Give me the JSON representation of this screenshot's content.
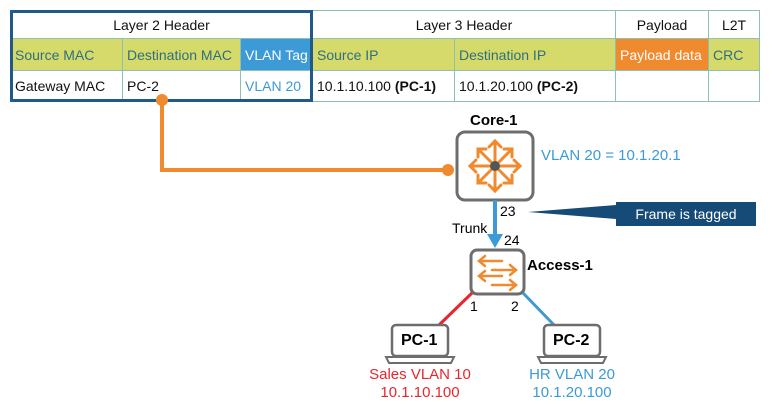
{
  "frame_table": {
    "groups": [
      {
        "label": "Layer 2 Header"
      },
      {
        "label": "Layer 3 Header"
      },
      {
        "label": "Payload"
      },
      {
        "label": "L2T"
      }
    ],
    "fields": [
      "Source MAC",
      "Destination MAC",
      "VLAN Tag",
      "Source IP",
      "Destination IP",
      "Payload data",
      "CRC"
    ],
    "values": {
      "source_mac": "Gateway MAC",
      "destination_mac": "PC-2",
      "vlan_tag": "VLAN 20",
      "source_ip": "10.1.10.100",
      "source_ip_host": "(PC-1)",
      "destination_ip": "10.1.20.100",
      "destination_ip_host": "(PC-2)",
      "payload": "",
      "crc": ""
    }
  },
  "topology": {
    "core": {
      "name": "Core-1",
      "vlan_info": "VLAN 20 = 10.1.20.1",
      "port": "23",
      "icon": "router-icon"
    },
    "link": {
      "label": "Trunk",
      "callout": "Frame is tagged"
    },
    "access": {
      "name": "Access-1",
      "port_uplink": "24",
      "port_1": "1",
      "port_2": "2",
      "icon": "switch-icon"
    },
    "pc1": {
      "name": "PC-1",
      "vlan": "Sales VLAN 10",
      "ip": "10.1.10.100",
      "icon": "laptop-icon"
    },
    "pc2": {
      "name": "PC-2",
      "vlan": "HR VLAN 20",
      "ip": "10.1.20.100",
      "icon": "laptop-icon"
    }
  },
  "colors": {
    "field_bg": "#d6da6a",
    "vlan_tag_bg": "#3c9ad6",
    "payload_bg": "#f08a2e",
    "l2_border": "#1f5a8a",
    "orange_path": "#f08a2e",
    "vlan10_red": "#e8262e",
    "vlan20_blue": "#3c9ad6",
    "callout_bg": "#164a77"
  }
}
